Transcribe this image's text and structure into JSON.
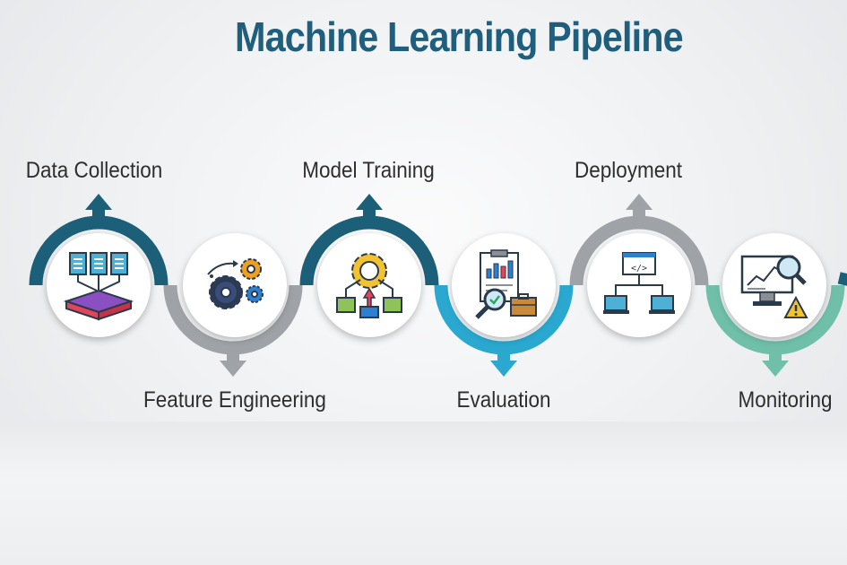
{
  "title": "Machine Learning Pipeline",
  "colors": {
    "title": "#1f5e7c",
    "data_collection": "#1b5f78",
    "feature_engineering": "#9fa2a6",
    "model_training": "#1b5f78",
    "evaluation": "#2aa8d0",
    "deployment": "#9fa2a6",
    "monitoring": "#6fbfa9"
  },
  "stages": [
    {
      "label": "Data Collection",
      "position": "top",
      "icon": "documents-database-icon"
    },
    {
      "label": "Feature Engineering",
      "position": "bottom",
      "icon": "gears-icon"
    },
    {
      "label": "Model Training",
      "position": "top",
      "icon": "gear-flow-icon"
    },
    {
      "label": "Evaluation",
      "position": "bottom",
      "icon": "report-magnifier-icon"
    },
    {
      "label": "Deployment",
      "position": "top",
      "icon": "code-network-icon"
    },
    {
      "label": "Monitoring",
      "position": "bottom",
      "icon": "monitor-warning-icon"
    }
  ]
}
